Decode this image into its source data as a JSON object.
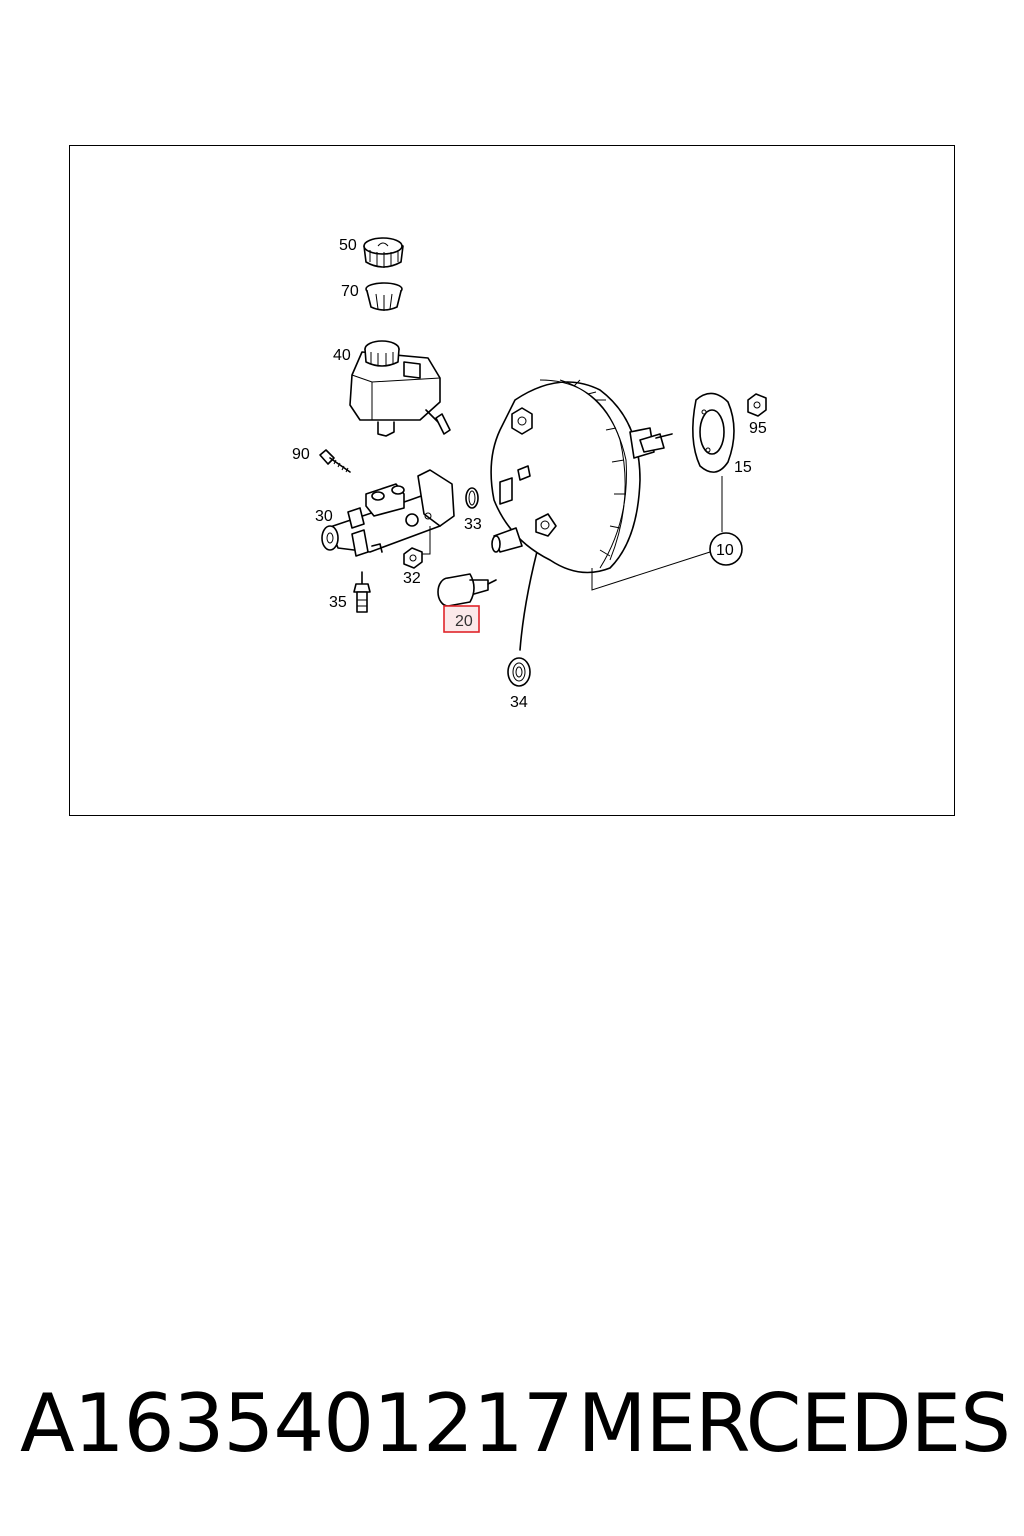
{
  "diagram": {
    "callouts": {
      "c50": "50",
      "c70": "70",
      "c40": "40",
      "c90": "90",
      "c30": "30",
      "c33": "33",
      "c32": "32",
      "c35": "35",
      "c20": "20",
      "c34": "34",
      "c10": "10",
      "c15": "15",
      "c95": "95"
    },
    "highlighted_callout": "20",
    "highlight_color": "#e0242a"
  },
  "footer": {
    "part_number": "A1635401217",
    "brand": "MERCEDES"
  }
}
